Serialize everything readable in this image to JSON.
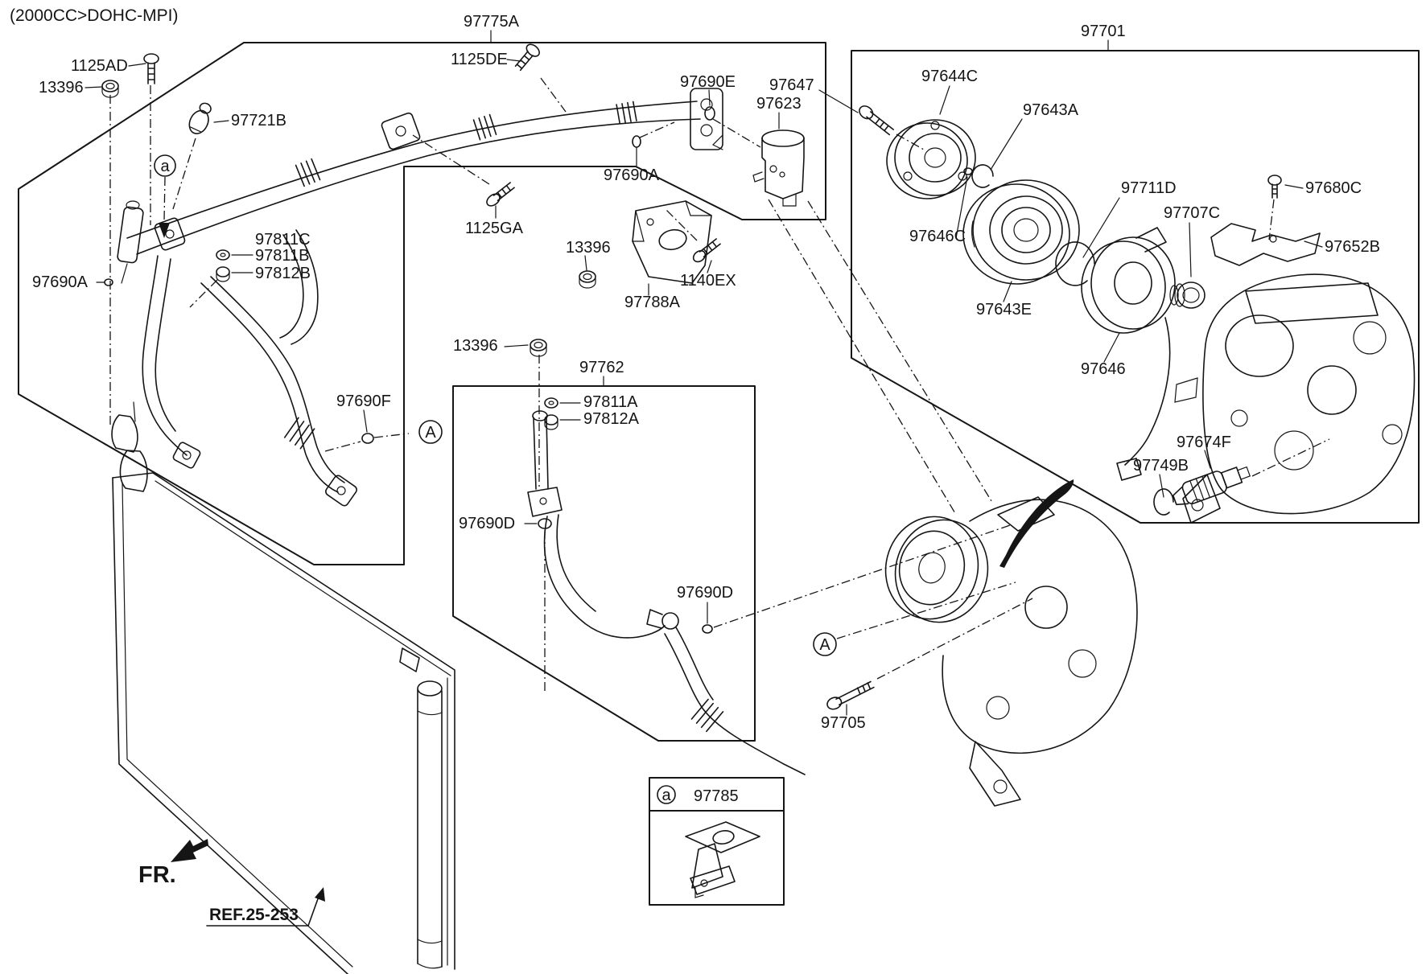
{
  "title": "(2000CC>DOHC-MPI)",
  "front_label": "FR.",
  "reference_label": "REF.25-253",
  "callouts": {
    "small": "a",
    "large": "A"
  },
  "colors": {
    "ink": "#151515",
    "bg": "#ffffff"
  },
  "parts": {
    "97775A": "97775A",
    "1125AD": "1125AD",
    "13396": "13396",
    "97721B": "97721B",
    "1125DE": "1125DE",
    "97690E": "97690E",
    "97623": "97623",
    "97690A": "97690A",
    "1125GA": "1125GA",
    "97788A": "97788A",
    "1140EX": "1140EX",
    "97811C": "97811C",
    "97811B": "97811B",
    "97812B": "97812B",
    "97762": "97762",
    "97811A": "97811A",
    "97812A": "97812A",
    "97690F": "97690F",
    "97690D": "97690D",
    "97705": "97705",
    "97785": "97785",
    "97701": "97701",
    "97647": "97647",
    "97644C": "97644C",
    "97643A": "97643A",
    "97646C": "97646C",
    "97643E": "97643E",
    "97711D": "97711D",
    "97707C": "97707C",
    "97680C": "97680C",
    "97652B": "97652B",
    "97646": "97646",
    "97674F": "97674F",
    "97749B": "97749B"
  }
}
